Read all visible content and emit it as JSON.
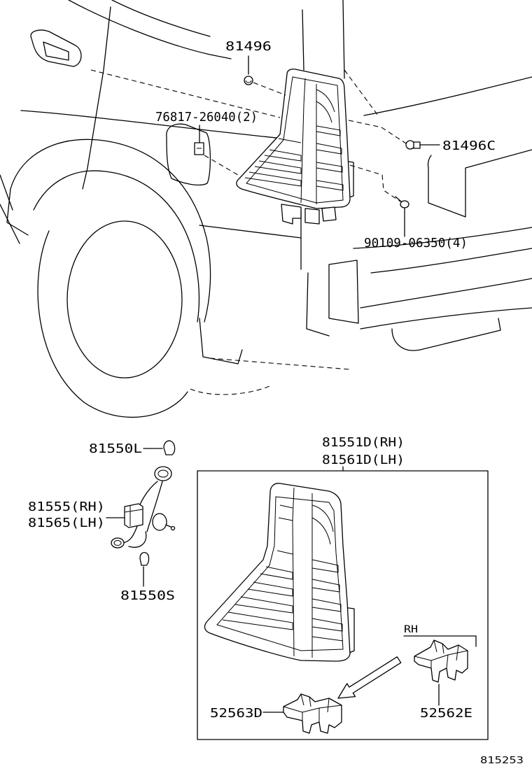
{
  "diagram": {
    "callouts": {
      "clip_upper": "81496",
      "clip_fender": "76817-26040(2)",
      "clip_right": "81496C",
      "screw": "90109-06350(4)",
      "bulb_large": "81550L",
      "lamp_rh": "81551D(RH)",
      "lamp_lh": "81561D(LH)",
      "socket_rh": "81555(RH)",
      "socket_lh": "81565(LH)",
      "bulb_small": "81550S",
      "bracket_side": "RH",
      "bracket_lower": "52563D",
      "bracket_rh": "52562E"
    },
    "illustration_number": "815253"
  },
  "colors": {
    "line": "#000000",
    "background": "#ffffff"
  }
}
